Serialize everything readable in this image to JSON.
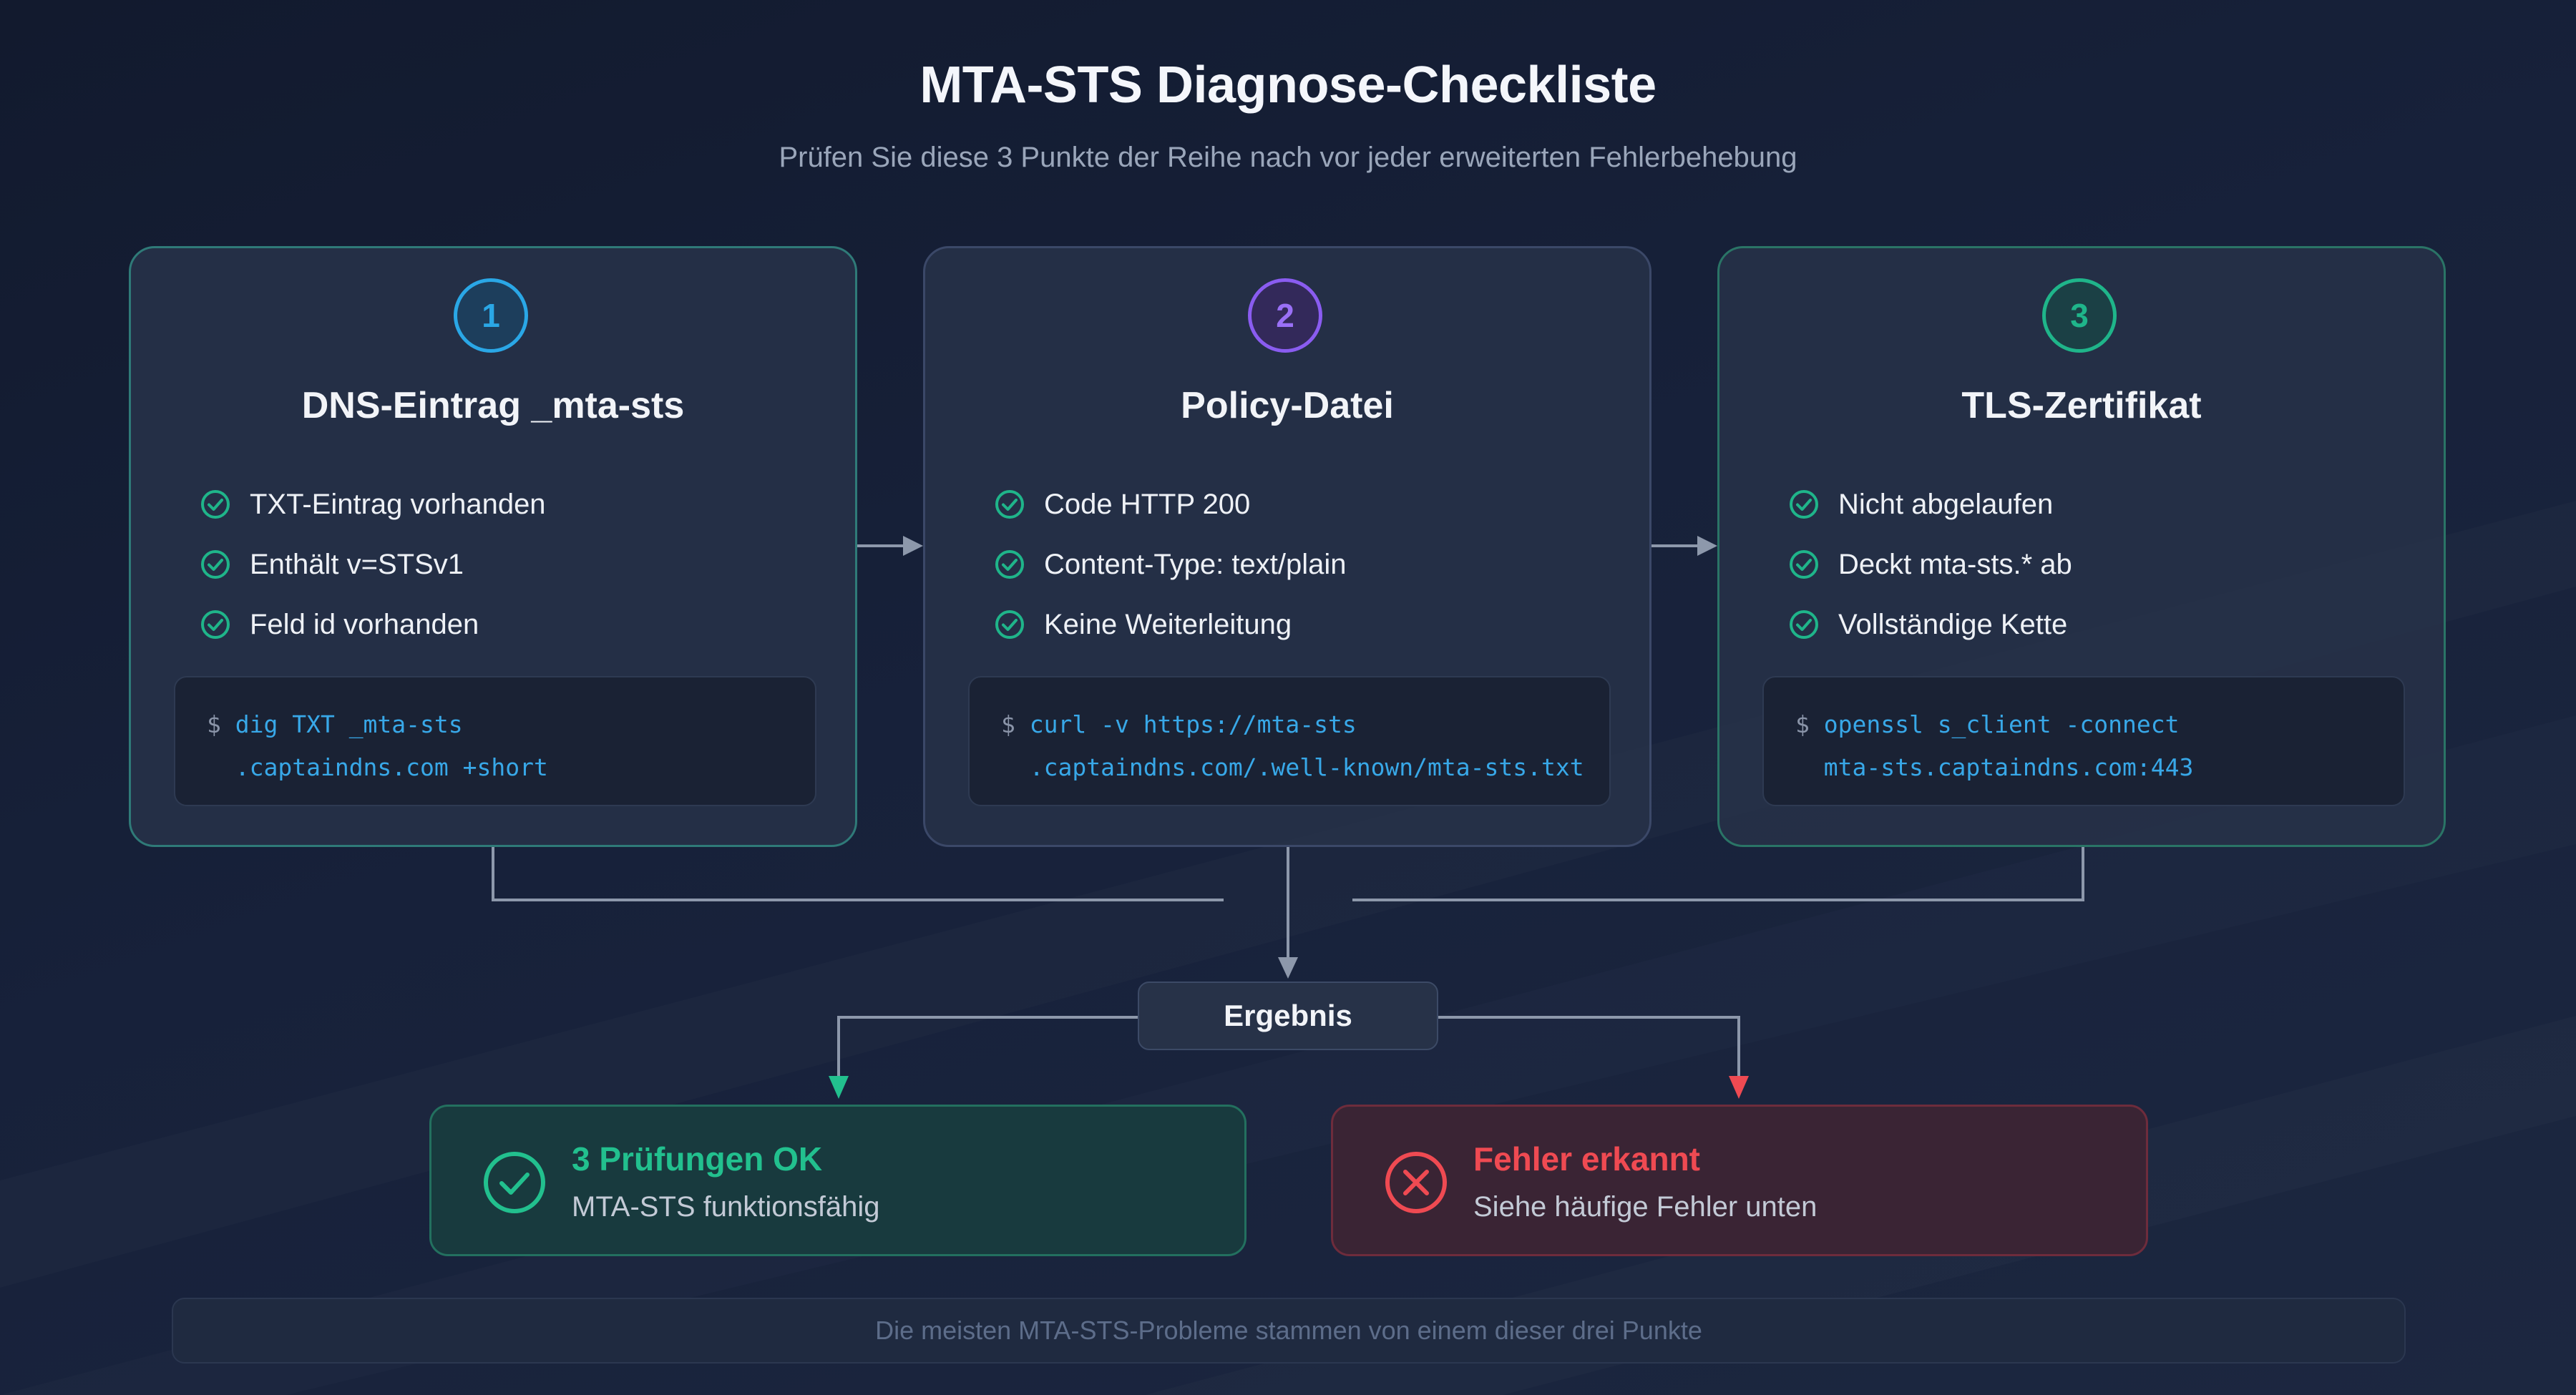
{
  "header": {
    "title": "MTA-STS Diagnose-Checkliste",
    "subtitle": "Prüfen Sie diese 3 Punkte der Reihe nach vor jeder erweiterten Fehlerbehebung"
  },
  "steps": [
    {
      "number": "1",
      "title": "DNS-Eintrag _mta-sts",
      "checks": [
        "TXT-Eintrag vorhanden",
        "Enthält v=STSv1",
        "Feld id vorhanden"
      ],
      "command_prompt": "$",
      "command_lines": [
        "dig TXT _mta-sts",
        ".captaindns.com +short"
      ],
      "accent": "#2aa7e6"
    },
    {
      "number": "2",
      "title": "Policy-Datei",
      "checks": [
        "Code HTTP 200",
        "Content-Type: text/plain",
        "Keine Weiterleitung"
      ],
      "command_prompt": "$",
      "command_lines": [
        "curl -v https://mta-sts",
        ".captaindns.com/.well-known/mta-sts.txt"
      ],
      "accent": "#8a5cf0"
    },
    {
      "number": "3",
      "title": "TLS-Zertifikat",
      "checks": [
        "Nicht abgelaufen",
        "Deckt mta-sts.* ab",
        "Vollständige Kette"
      ],
      "command_prompt": "$",
      "command_lines": [
        "openssl s_client -connect",
        "mta-sts.captaindns.com:443"
      ],
      "accent": "#1fb58a"
    }
  ],
  "merge_node": {
    "label": "Ergebnis"
  },
  "outcomes": {
    "success": {
      "title": "3 Prüfungen OK",
      "subtitle": "MTA-STS funktionsfähig",
      "icon": "check-circle-icon",
      "color": "#22c08e"
    },
    "failure": {
      "title": "Fehler erkannt",
      "subtitle": "Siehe häufige Fehler unten",
      "icon": "x-circle-icon",
      "color": "#ef4a52"
    }
  },
  "footer": {
    "note": "Die meisten MTA-STS-Probleme stammen von einem dieser drei Punkte"
  },
  "colors": {
    "background": "#18223a",
    "check": "#1fb58a",
    "code": "#38a8e8",
    "connector": "#8d98ab"
  }
}
